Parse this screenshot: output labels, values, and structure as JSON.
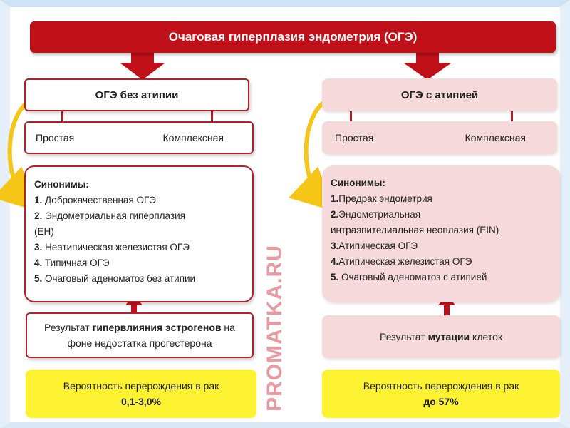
{
  "title": "Очаговая гиперплазия эндометрия (ОГЭ)",
  "left": {
    "heading": "ОГЭ без атипии",
    "type_simple": "Простая",
    "type_complex": "Комплексная",
    "synonyms_title": "Синонимы:",
    "synonyms": [
      {
        "num": "1.",
        "text": " Доброкачественная ОГЭ"
      },
      {
        "num": "2.",
        "text": " Эндометриальная гиперплазия"
      },
      {
        "num": "",
        "text": "(EH)"
      },
      {
        "num": "3.",
        "text": " Неатипическая железистая ОГЭ"
      },
      {
        "num": "4.",
        "text": " Типичная ОГЭ"
      },
      {
        "num": "5.",
        "text": " Очаговый аденоматоз без атипии"
      }
    ],
    "result_prefix": "Результат ",
    "result_bold": "гипервлияния эстрогенов",
    "result_suffix": " на",
    "result_line2": "фоне недостатка прогестерона",
    "prob_label": "Вероятность перерождения в рак",
    "prob_value": "0,1-3,0%"
  },
  "right": {
    "heading": "ОГЭ с атипией",
    "type_simple": "Простая",
    "type_complex": "Комплексная",
    "synonyms_title": "Синонимы:",
    "synonyms": [
      {
        "num": "1.",
        "text": "Предрак эндометрия"
      },
      {
        "num": "2.",
        "text": "Эндометриальная"
      },
      {
        "num": "",
        "text": "интраэпителиальная неоплазия (EIN)"
      },
      {
        "num": "3.",
        "text": "Атипическая ОГЭ"
      },
      {
        "num": "4.",
        "text": "Атипическая железистая ОГЭ"
      },
      {
        "num": "5.",
        "text": " Очаговый аденоматоз с атипией"
      }
    ],
    "result_prefix": "Результат ",
    "result_bold": "мутации",
    "result_suffix": " клеток",
    "prob_label": "Вероятность перерождения в рак",
    "prob_value": "до 57%"
  },
  "watermark": "PROMATKA.RU",
  "colors": {
    "brand_red": "#c0101a",
    "pink": "#f6dadb",
    "yellow": "#fcf232",
    "arrow_yellow": "#f5c518"
  }
}
